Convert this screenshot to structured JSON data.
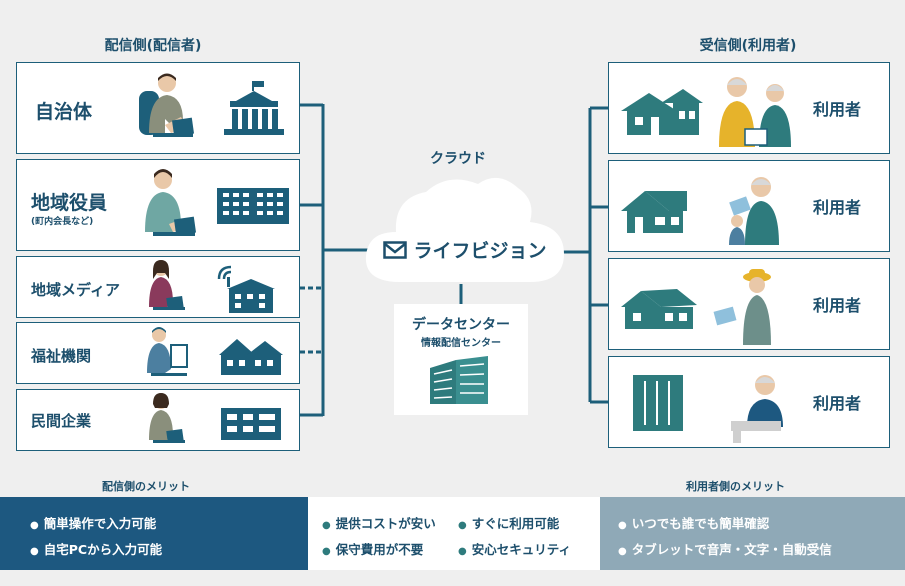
{
  "left_heading": "配信側(配信者)",
  "right_heading": "受信側(利用者)",
  "senders": [
    {
      "name": "自治体",
      "sub": ""
    },
    {
      "name": "地域役員",
      "sub": "(町内会長など)"
    },
    {
      "name": "地域メディア",
      "sub": ""
    },
    {
      "name": "福祉機関",
      "sub": ""
    },
    {
      "name": "民間企業",
      "sub": ""
    }
  ],
  "users": [
    {
      "label": "利用者"
    },
    {
      "label": "利用者"
    },
    {
      "label": "利用者"
    },
    {
      "label": "利用者"
    }
  ],
  "cloud": {
    "label": "クラウド",
    "service": "ライフビジョン"
  },
  "datacenter": {
    "title": "データセンター",
    "subtitle": "情報配信センター"
  },
  "merits": {
    "sender_title": "配信側のメリット",
    "user_title": "利用者側のメリット",
    "sender_items": [
      "簡単操作で入力可能",
      "自宅PCから入力可能"
    ],
    "common_items": [
      "提供コストが安い",
      "すぐに利用可能",
      "保守費用が不要",
      "安心セキュリティ"
    ],
    "user_items": [
      "いつでも誰でも簡単確認",
      "タブレットで音声・文字・自動受信"
    ]
  },
  "colors": {
    "navy": "#1d4f6c",
    "teal": "#2e7b7d",
    "band_left": "#1d5880",
    "band_right": "#8fa9b7"
  }
}
